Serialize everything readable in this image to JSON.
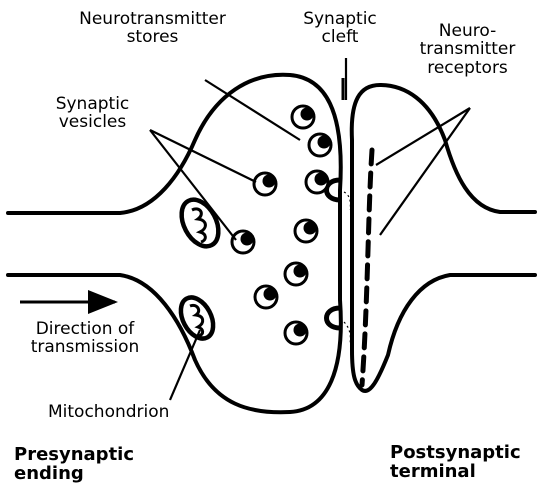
{
  "labels": {
    "neurotransmitter_stores": [
      "Neurotransmitter",
      "stores"
    ],
    "synaptic_cleft": [
      "Synaptic",
      "cleft"
    ],
    "neurotransmitter_receptors": [
      "Neuro-",
      "transmitter",
      "receptors"
    ],
    "synaptic_vesicles": [
      "Synaptic",
      "vesicles"
    ],
    "direction_of_transmission": [
      "Direction of",
      "transmission"
    ],
    "mitochondrion": "Mitochondrion",
    "presynaptic_ending": [
      "Presynaptic",
      "ending"
    ],
    "postsynaptic_terminal": [
      "Postsynaptic",
      "terminal"
    ]
  },
  "colors": {
    "ink": "#000000",
    "paper": "#ffffff"
  }
}
